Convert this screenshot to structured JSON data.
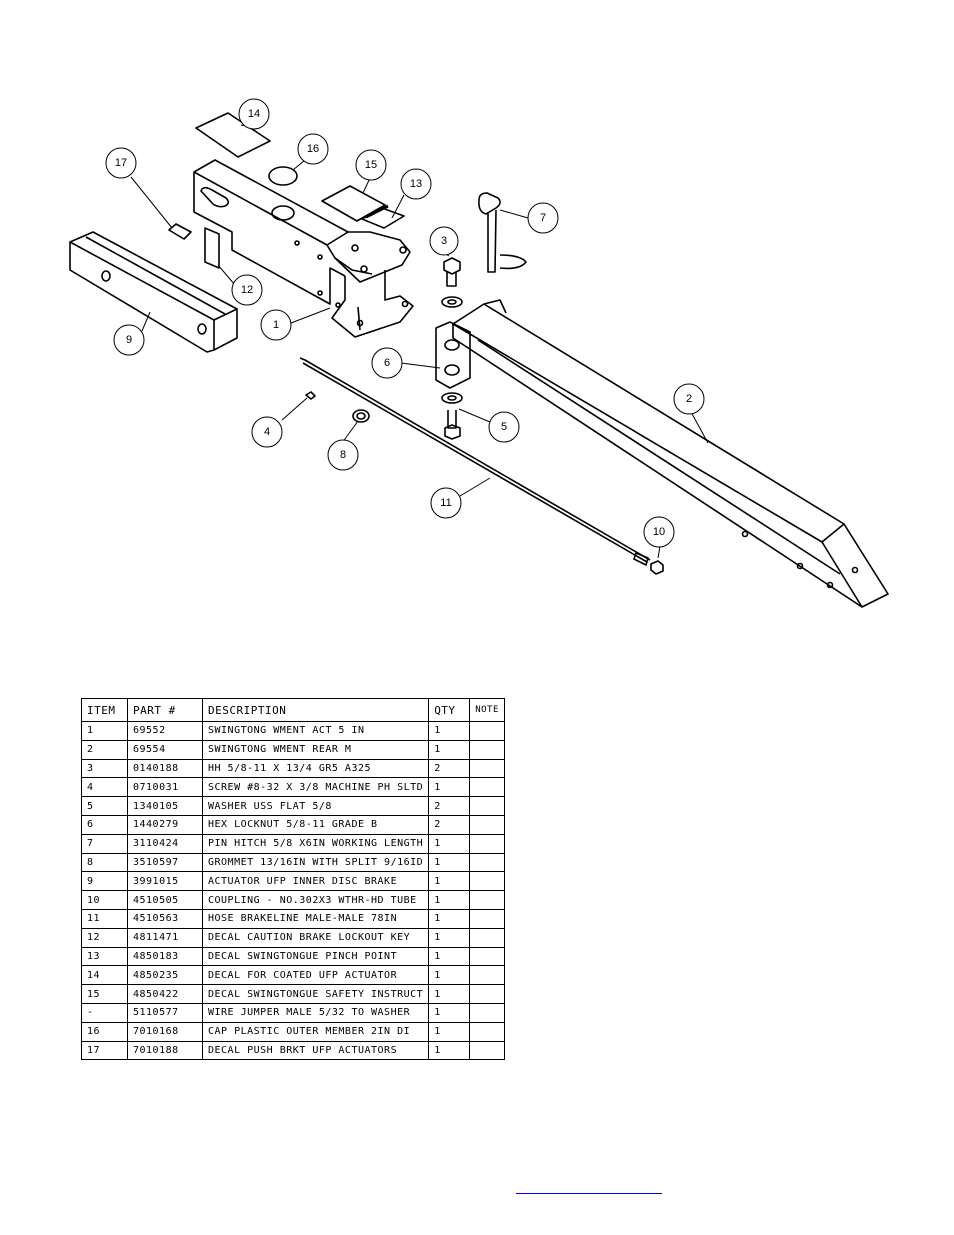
{
  "callouts": [
    {
      "id": "14",
      "label": "14"
    },
    {
      "id": "16",
      "label": "16"
    },
    {
      "id": "17",
      "label": "17"
    },
    {
      "id": "15",
      "label": "15"
    },
    {
      "id": "13",
      "label": "13"
    },
    {
      "id": "7",
      "label": "7"
    },
    {
      "id": "3",
      "label": "3"
    },
    {
      "id": "12",
      "label": "12"
    },
    {
      "id": "1",
      "label": "1"
    },
    {
      "id": "9",
      "label": "9"
    },
    {
      "id": "6",
      "label": "6"
    },
    {
      "id": "2",
      "label": "2"
    },
    {
      "id": "4",
      "label": "4"
    },
    {
      "id": "5",
      "label": "5"
    },
    {
      "id": "8",
      "label": "8"
    },
    {
      "id": "11",
      "label": "11"
    },
    {
      "id": "10",
      "label": "10"
    }
  ],
  "table": {
    "headers": {
      "item": "ITEM",
      "part": "PART #",
      "description": "DESCRIPTION",
      "qty": "QTY",
      "note": "NOTE"
    },
    "rows": [
      {
        "item": "1",
        "part": "69552",
        "description": "SWINGTONG WMENT ACT 5 IN",
        "qty": "1",
        "note": ""
      },
      {
        "item": "2",
        "part": "69554",
        "description": "SWINGTONG WMENT REAR M",
        "qty": "1",
        "note": ""
      },
      {
        "item": "3",
        "part": "0140188",
        "description": "HH 5/8-11 X 13/4  GR5 A325",
        "qty": "2",
        "note": ""
      },
      {
        "item": "4",
        "part": "0710031",
        "description": "SCREW #8-32 X 3/8 MACHINE PH SLTD",
        "qty": "1",
        "note": ""
      },
      {
        "item": "5",
        "part": "1340105",
        "description": "WASHER USS FLAT 5/8",
        "qty": "2",
        "note": ""
      },
      {
        "item": "6",
        "part": "1440279",
        "description": "HEX LOCKNUT 5/8-11 GRADE B",
        "qty": "2",
        "note": ""
      },
      {
        "item": "7",
        "part": "3110424",
        "description": "PIN HITCH 5/8 X6IN WORKING LENGTH",
        "qty": "1",
        "note": ""
      },
      {
        "item": "8",
        "part": "3510597",
        "description": "GROMMET 13/16IN  WITH SPLIT 9/16ID",
        "qty": "1",
        "note": ""
      },
      {
        "item": "9",
        "part": "3991015",
        "description": "ACTUATOR UFP INNER  DISC BRAKE",
        "qty": "1",
        "note": ""
      },
      {
        "item": "10",
        "part": "4510505",
        "description": "COUPLING - NO.302X3 WTHR-HD TUBE",
        "qty": "1",
        "note": ""
      },
      {
        "item": "11",
        "part": "4510563",
        "description": "HOSE BRAKELINE MALE-MALE 78IN",
        "qty": "1",
        "note": ""
      },
      {
        "item": "12",
        "part": "4811471",
        "description": "DECAL CAUTION BRAKE LOCKOUT KEY",
        "qty": "1",
        "note": ""
      },
      {
        "item": "13",
        "part": "4850183",
        "description": "DECAL SWINGTONGUE PINCH POINT",
        "qty": "1",
        "note": ""
      },
      {
        "item": "14",
        "part": "4850235",
        "description": "DECAL FOR COATED UFP ACTUATOR",
        "qty": "1",
        "note": ""
      },
      {
        "item": "15",
        "part": "4850422",
        "description": "DECAL SWINGTONGUE SAFETY INSTRUCT",
        "qty": "1",
        "note": ""
      },
      {
        "item": "-",
        "part": "5110577",
        "description": "WIRE JUMPER MALE 5/32 TO WASHER",
        "qty": "1",
        "note": ""
      },
      {
        "item": "16",
        "part": "7010168",
        "description": "CAP  PLASTIC OUTER MEMBER 2IN DI",
        "qty": "1",
        "note": ""
      },
      {
        "item": "17",
        "part": "7010188",
        "description": "DECAL PUSH BRKT UFP ACTUATORS",
        "qty": "1",
        "note": ""
      }
    ]
  },
  "link_color": "#0000ee"
}
